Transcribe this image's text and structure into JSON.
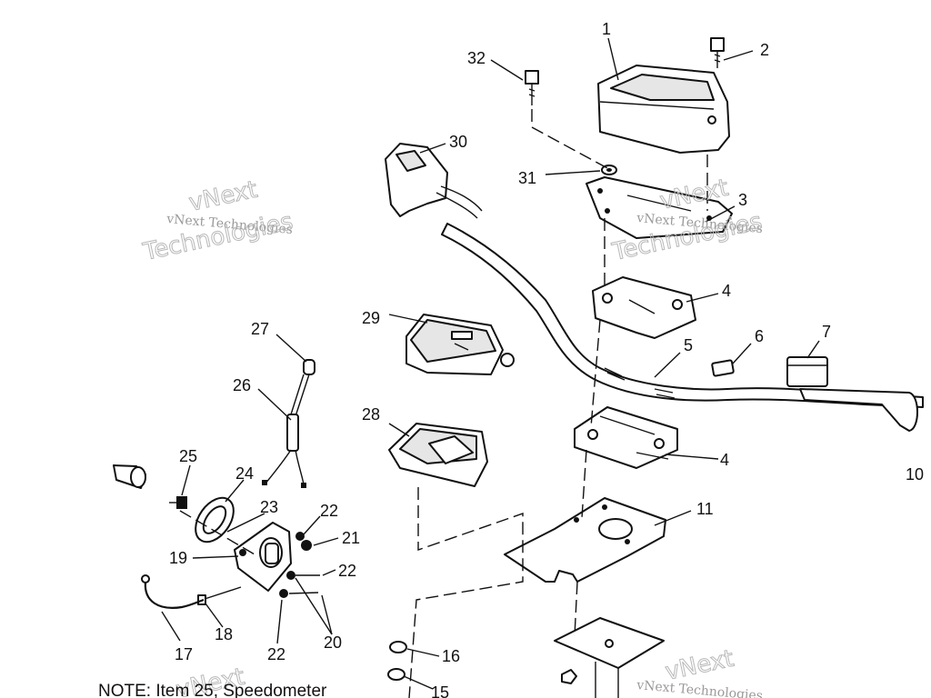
{
  "callouts": [
    "1",
    "2",
    "3",
    "4",
    "4",
    "5",
    "6",
    "7",
    "10",
    "11",
    "16",
    "15",
    "17",
    "18",
    "19",
    "20",
    "21",
    "22",
    "22",
    "22",
    "23",
    "24",
    "25",
    "26",
    "27",
    "28",
    "29",
    "30",
    "31",
    "32"
  ],
  "watermark": {
    "company": "vNext Technologies",
    "line1": "vNext",
    "line2": "Technologies"
  },
  "note": "NOTE: Item 25, Speedometer"
}
